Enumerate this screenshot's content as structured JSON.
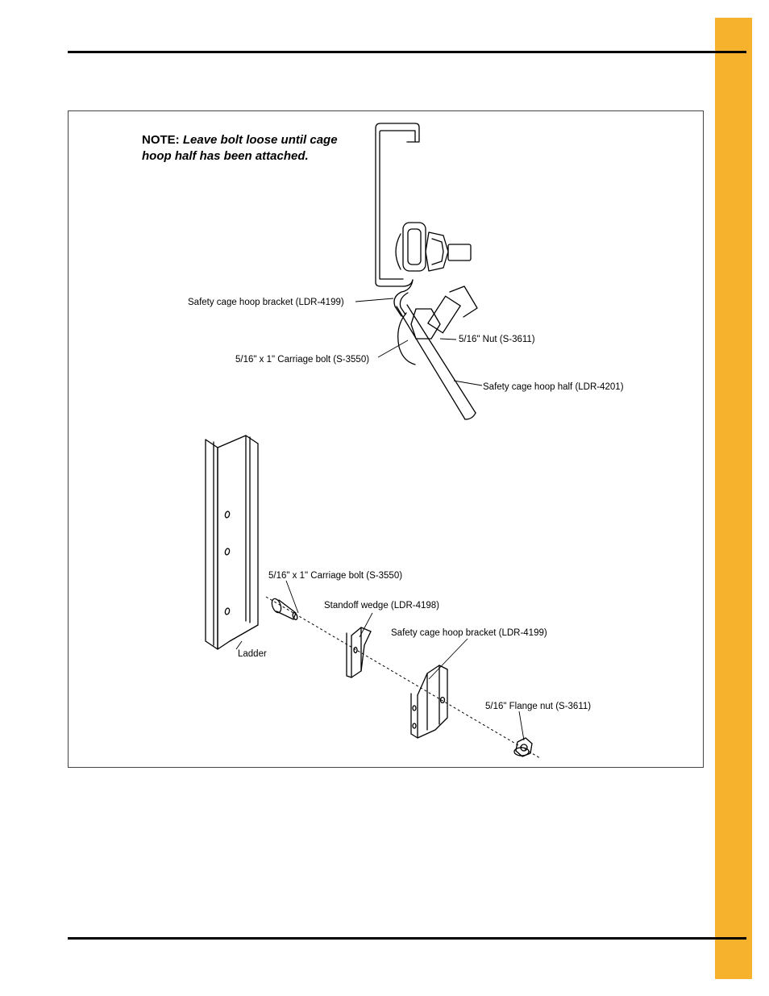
{
  "note": {
    "prefix": "NOTE:",
    "body": "Leave bolt loose until cage hoop half has been attached."
  },
  "upper_labels": {
    "hoop_bracket": "Safety cage hoop bracket (LDR-4199)",
    "nut": "5/16\" Nut (S-3611)",
    "carriage_bolt": "5/16\" x 1\" Carriage bolt (S-3550)",
    "hoop_half": "Safety cage hoop half (LDR-4201)"
  },
  "lower_labels": {
    "carriage_bolt": "5/16\" x 1\" Carriage bolt (S-3550)",
    "standoff_wedge": "Standoff wedge (LDR-4198)",
    "hoop_bracket": "Safety cage hoop bracket (LDR-4199)",
    "ladder": "Ladder",
    "flange_nut": "5/16\" Flange nut (S-3611)"
  },
  "colors": {
    "accent": "#f7b22d",
    "line": "#000000"
  }
}
